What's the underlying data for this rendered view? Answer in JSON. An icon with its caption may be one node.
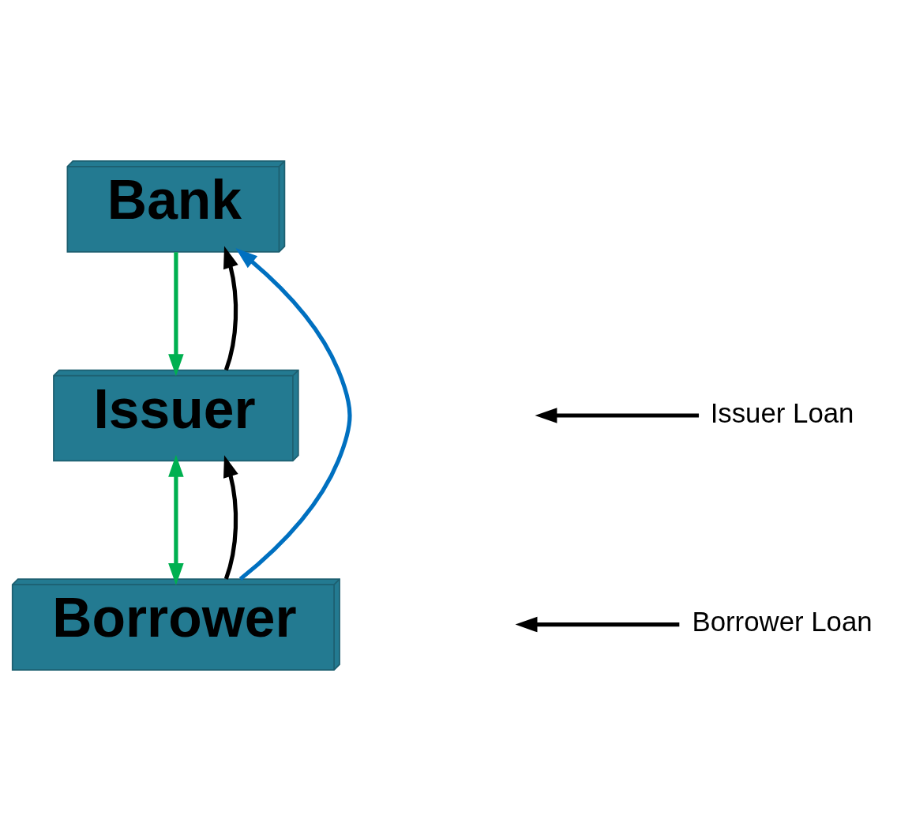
{
  "diagram": {
    "nodes": [
      {
        "text": [
          "Bank"
        ]
      },
      {
        "text": [
          "Issuer"
        ]
      },
      {
        "text": [
          "Borrower"
        ]
      },
      {
        "text": [
          "Issuer Loan"
        ]
      },
      {
        "text": [
          "Borrower Loan"
        ]
      }
    ],
    "edges": [
      {
        "from": 2,
        "to": 0,
        "arrow": "to",
        "color": "#0070c0"
      },
      {
        "from": 0,
        "to": 1,
        "arrow": "to",
        "color": "#00b050"
      },
      {
        "from": 1,
        "to": 2,
        "arrow": "both",
        "color": "#00b050"
      },
      {
        "from": 1,
        "to": 0,
        "arrow": "to",
        "color": "#000000"
      },
      {
        "from": 2,
        "to": 1,
        "arrow": "to",
        "color": "#000000"
      },
      {
        "from": 3,
        "to": null,
        "arrow": "to"
      },
      {
        "from": 4,
        "to": null,
        "arrow": "to"
      }
    ]
  }
}
